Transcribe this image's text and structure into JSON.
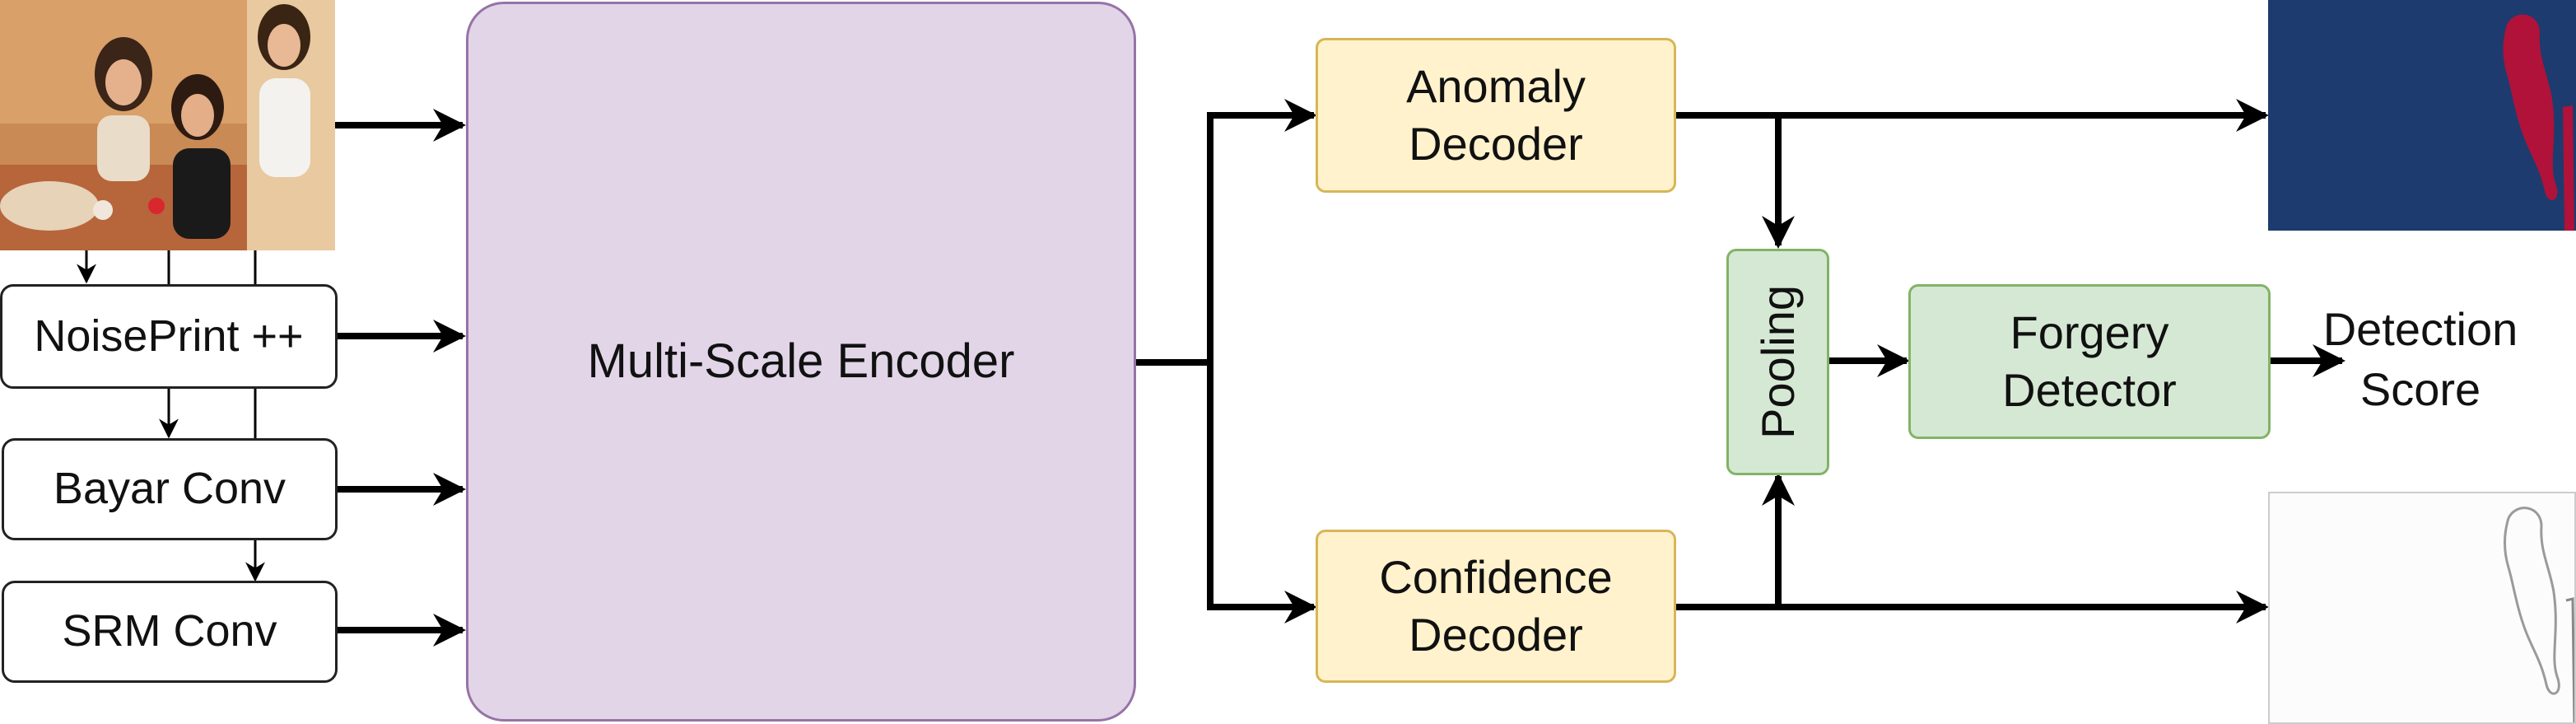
{
  "inputs": {
    "noiseprint": "NoisePrint ++",
    "bayar": "Bayar Conv",
    "srm": "SRM Conv"
  },
  "encoder": {
    "label": "Multi-Scale Encoder"
  },
  "decoders": {
    "anomaly": [
      "Anomaly",
      "Decoder"
    ],
    "confidence": [
      "Confidence",
      "Decoder"
    ]
  },
  "pooling": {
    "label": "Pooling"
  },
  "detector": {
    "label": [
      "Forgery",
      "Detector"
    ]
  },
  "output": {
    "score": [
      "Detection",
      "Score"
    ]
  },
  "colors": {
    "encoder_fill": "#e1d5e7",
    "encoder_stroke": "#9673a6",
    "decoder_fill": "#fff2cc",
    "decoder_stroke": "#d6b656",
    "detector_fill": "#d5e8d4",
    "detector_stroke": "#82b366",
    "anomaly_map_bg": "#1d3b6e",
    "anomaly_map_region": "#b0123a"
  }
}
